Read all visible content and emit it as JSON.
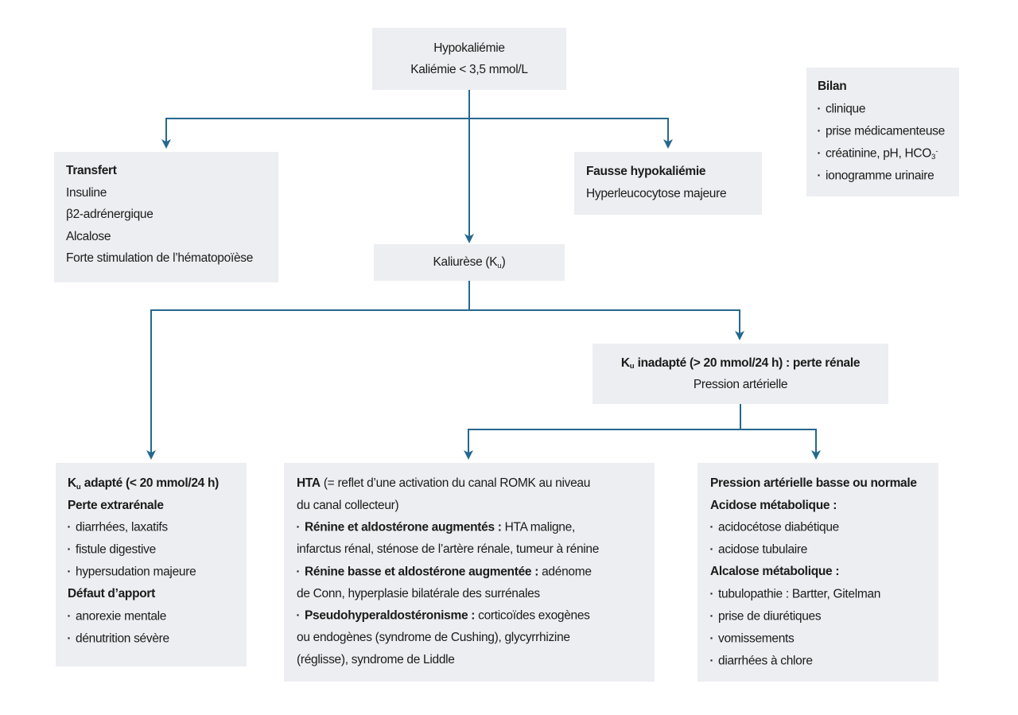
{
  "colors": {
    "arrow": "#25688e",
    "box_bg": "#eceef1",
    "text": "#1b1b1b",
    "page_bg": "#ffffff"
  },
  "bullet_glyph": "▪",
  "boxes": {
    "hypokaliemie": {
      "lines": [
        {
          "segments": [
            {
              "t": "Hypokaliémie"
            }
          ]
        },
        {
          "segments": [
            {
              "t": "Kaliémie < 3,5 mmol/L"
            }
          ]
        }
      ]
    },
    "bilan": {
      "lines": [
        {
          "segments": [
            {
              "t": "Bilan",
              "b": true
            }
          ]
        },
        {
          "bullet": true,
          "segments": [
            {
              "t": "clinique"
            }
          ]
        },
        {
          "bullet": true,
          "segments": [
            {
              "t": "prise médicamenteuse"
            }
          ]
        },
        {
          "bullet": true,
          "segments": [
            {
              "t": "créatinine, pH, HCO"
            },
            {
              "t": "3",
              "sub": true
            },
            {
              "t": "-",
              "sup": true
            }
          ]
        },
        {
          "bullet": true,
          "segments": [
            {
              "t": "ionogramme urinaire"
            }
          ]
        }
      ]
    },
    "transfert": {
      "lines": [
        {
          "segments": [
            {
              "t": "Transfert",
              "b": true
            }
          ]
        },
        {
          "segments": [
            {
              "t": "Insuline"
            }
          ]
        },
        {
          "segments": [
            {
              "t": "β2-adrénergique"
            }
          ]
        },
        {
          "segments": [
            {
              "t": "Alcalose"
            }
          ]
        },
        {
          "segments": [
            {
              "t": "Forte stimulation de l’hématopoïèse"
            }
          ]
        }
      ]
    },
    "fausse": {
      "lines": [
        {
          "segments": [
            {
              "t": "Fausse hypokaliémie",
              "b": true
            }
          ]
        },
        {
          "segments": [
            {
              "t": "Hyperleucocytose majeure"
            }
          ]
        }
      ]
    },
    "kaliurese": {
      "lines": [
        {
          "segments": [
            {
              "t": "Kaliurèse (K"
            },
            {
              "t": "u",
              "sub": true
            },
            {
              "t": ")"
            }
          ]
        }
      ]
    },
    "ku_inadapte": {
      "lines": [
        {
          "segments": [
            {
              "t": "K",
              "b": true
            },
            {
              "t": "u",
              "b": true,
              "sub": true
            },
            {
              "t": " inadapté (> 20 mmol/24 h) : perte rénale",
              "b": true
            }
          ]
        },
        {
          "segments": [
            {
              "t": "Pression artérielle"
            }
          ]
        }
      ]
    },
    "ku_adapte": {
      "lines": [
        {
          "segments": [
            {
              "t": "K",
              "b": true
            },
            {
              "t": "u",
              "b": true,
              "sub": true
            },
            {
              "t": " adapté (< 20 mmol/24 h)",
              "b": true
            }
          ]
        },
        {
          "segments": [
            {
              "t": "Perte extrarénale",
              "b": true
            }
          ]
        },
        {
          "bullet": true,
          "segments": [
            {
              "t": "diarrhées, laxatifs"
            }
          ]
        },
        {
          "bullet": true,
          "segments": [
            {
              "t": "fistule digestive"
            }
          ]
        },
        {
          "bullet": true,
          "segments": [
            {
              "t": "hypersudation majeure"
            }
          ]
        },
        {
          "segments": [
            {
              "t": "Défaut d’apport",
              "b": true
            }
          ]
        },
        {
          "bullet": true,
          "segments": [
            {
              "t": "anorexie mentale"
            }
          ]
        },
        {
          "bullet": true,
          "segments": [
            {
              "t": "dénutrition sévère"
            }
          ]
        }
      ]
    },
    "hta": {
      "lines": [
        {
          "segments": [
            {
              "t": "HTA",
              "b": true
            },
            {
              "t": " (= reflet d’une activation du canal ROMK au niveau"
            }
          ]
        },
        {
          "segments": [
            {
              "t": "du canal collecteur)"
            }
          ]
        },
        {
          "bullet": true,
          "segments": [
            {
              "t": "Rénine et aldostérone augmentés :",
              "b": true
            },
            {
              "t": " HTA maligne,"
            }
          ]
        },
        {
          "segments": [
            {
              "t": "infarctus rénal, sténose de l’artère rénale, tumeur à rénine"
            }
          ]
        },
        {
          "bullet": true,
          "segments": [
            {
              "t": "Rénine basse et aldostérone augmentée :",
              "b": true
            },
            {
              "t": " adénome"
            }
          ]
        },
        {
          "segments": [
            {
              "t": "de Conn, hyperplasie bilatérale des surrénales"
            }
          ]
        },
        {
          "bullet": true,
          "segments": [
            {
              "t": "Pseudohyperaldostéronisme :",
              "b": true
            },
            {
              "t": " corticoïdes exogènes"
            }
          ]
        },
        {
          "segments": [
            {
              "t": "ou endogènes (syndrome de Cushing), glycyrrhizine"
            }
          ]
        },
        {
          "segments": [
            {
              "t": "(réglisse), syndrome de Liddle"
            }
          ]
        }
      ]
    },
    "pression": {
      "lines": [
        {
          "segments": [
            {
              "t": "Pression artérielle basse ou normale",
              "b": true
            }
          ]
        },
        {
          "segments": [
            {
              "t": "Acidose métabolique :",
              "b": true
            }
          ]
        },
        {
          "bullet": true,
          "segments": [
            {
              "t": "acidocétose diabétique"
            }
          ]
        },
        {
          "bullet": true,
          "segments": [
            {
              "t": "acidose tubulaire"
            }
          ]
        },
        {
          "segments": [
            {
              "t": "Alcalose métabolique :",
              "b": true
            }
          ]
        },
        {
          "bullet": true,
          "segments": [
            {
              "t": "tubulopathie : Bartter, Gitelman"
            }
          ]
        },
        {
          "bullet": true,
          "segments": [
            {
              "t": "prise de diurétiques"
            }
          ]
        },
        {
          "bullet": true,
          "segments": [
            {
              "t": "vomissements"
            }
          ]
        },
        {
          "bullet": true,
          "segments": [
            {
              "t": "diarrhées à chlore"
            }
          ]
        }
      ]
    }
  },
  "edges": [
    {
      "from": "hypokaliemie",
      "to": "transfert"
    },
    {
      "from": "hypokaliemie",
      "to": "fausse"
    },
    {
      "from": "hypokaliemie",
      "to": "kaliurese"
    },
    {
      "from": "kaliurese",
      "to": "ku_adapte"
    },
    {
      "from": "kaliurese",
      "to": "ku_inadapte"
    },
    {
      "from": "ku_inadapte",
      "to": "hta"
    },
    {
      "from": "ku_inadapte",
      "to": "pression"
    }
  ]
}
